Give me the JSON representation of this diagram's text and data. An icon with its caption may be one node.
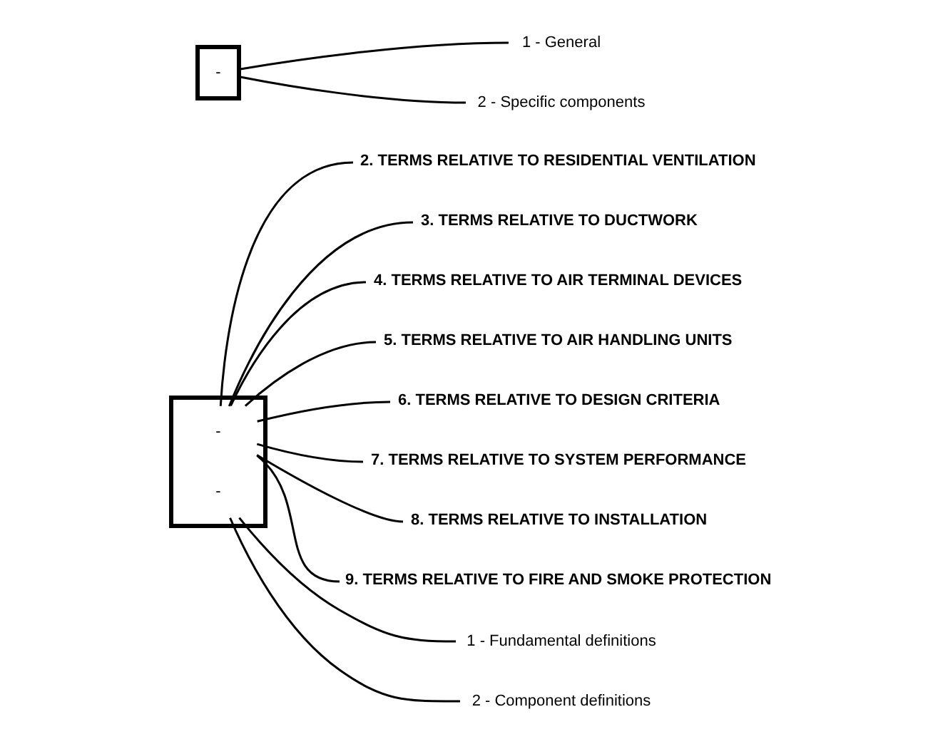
{
  "diagram": {
    "nodes": [
      {
        "text": [],
        "shape": "box"
      },
      {
        "text": [
          "-"
        ],
        "in": 0
      },
      {
        "text": [
          "-"
        ],
        "in": 0
      },
      {
        "text": [
          "-"
        ]
      },
      {
        "text": [
          "1 - Fundamental definitions"
        ]
      },
      {
        "text": [
          "2 - Component definitions"
        ]
      },
      {
        "text": [
          "1 - General"
        ]
      },
      {
        "text": [
          "2 - Specific components"
        ]
      },
      {
        "text": [
          "2. TERMS RELATIVE TO RESIDENTIAL VENTILATION"
        ]
      },
      {
        "text": [
          "3. TERMS RELATIVE TO DUCTWORK"
        ]
      },
      {
        "text": [
          "4. TERMS RELATIVE TO AIR TERMINAL DEVICES"
        ]
      },
      {
        "text": [
          "5. TERMS RELATIVE TO AIR HANDLING UNITS"
        ]
      },
      {
        "text": [
          "6. TERMS RELATIVE TO DESIGN CRITERIA"
        ]
      },
      {
        "text": [
          "7. TERMS RELATIVE TO SYSTEM PERFORMANCE"
        ]
      },
      {
        "text": [
          "8. TERMS RELATIVE TO INSTALLATION"
        ]
      },
      {
        "text": [
          "9. TERMS RELATIVE TO FIRE AND SMOKE PROTECTION"
        ]
      }
    ],
    "edges": [
      {
        "from": 2,
        "to": 4,
        "arrow": "none"
      },
      {
        "from": 2,
        "to": 5,
        "arrow": "none"
      },
      {
        "from": 3,
        "to": 6,
        "arrow": "none"
      },
      {
        "from": 3,
        "to": 7,
        "arrow": "none"
      },
      {
        "from": 1,
        "to": 8,
        "arrow": "none"
      },
      {
        "from": 1,
        "to": 9,
        "arrow": "none"
      },
      {
        "from": 1,
        "to": 10,
        "arrow": "none"
      },
      {
        "from": 1,
        "to": 11,
        "arrow": "none"
      },
      {
        "from": 1,
        "to": 12,
        "arrow": "none"
      },
      {
        "from": 1,
        "to": 13,
        "arrow": "none"
      },
      {
        "from": 1,
        "to": 14,
        "arrow": "none"
      },
      {
        "from": 1,
        "to": 15,
        "arrow": "none"
      }
    ]
  }
}
